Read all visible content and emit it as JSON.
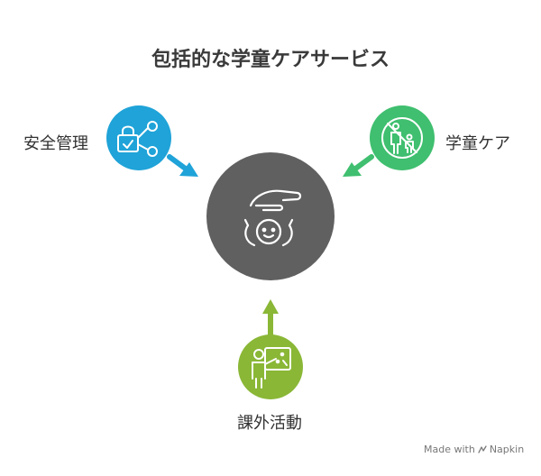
{
  "title": "包括的な学童ケアサービス",
  "nodes": {
    "center": {
      "icon": "hand-over-child-icon",
      "color": "#606060"
    },
    "safety": {
      "label": "安全管理",
      "icon": "lock-network-icon",
      "color": "#1fa3d8"
    },
    "care": {
      "label": "学童ケア",
      "icon": "no-adult-child-icon",
      "color": "#3fbf6f"
    },
    "activities": {
      "label": "課外活動",
      "icon": "teacher-whiteboard-icon",
      "color": "#8ab736"
    }
  },
  "watermark": {
    "prefix": "Made with",
    "brand": "Napkin"
  }
}
